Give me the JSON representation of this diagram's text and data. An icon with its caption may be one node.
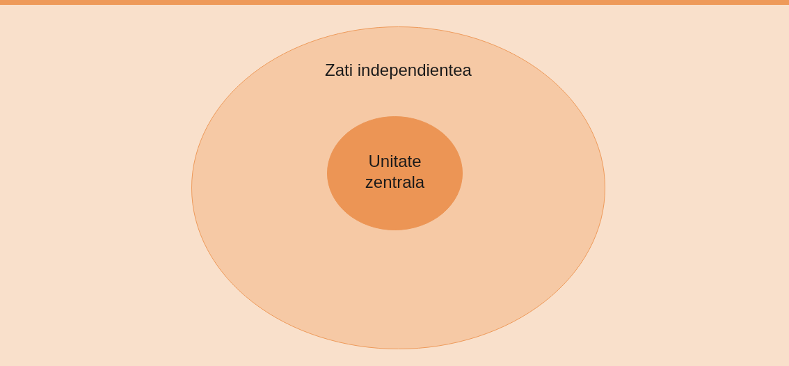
{
  "diagram": {
    "nodes": [
      {
        "text": [
          "Zati independientea"
        ]
      },
      {
        "text": [
          "Unitate zentrala"
        ],
        "in": 0
      }
    ]
  }
}
